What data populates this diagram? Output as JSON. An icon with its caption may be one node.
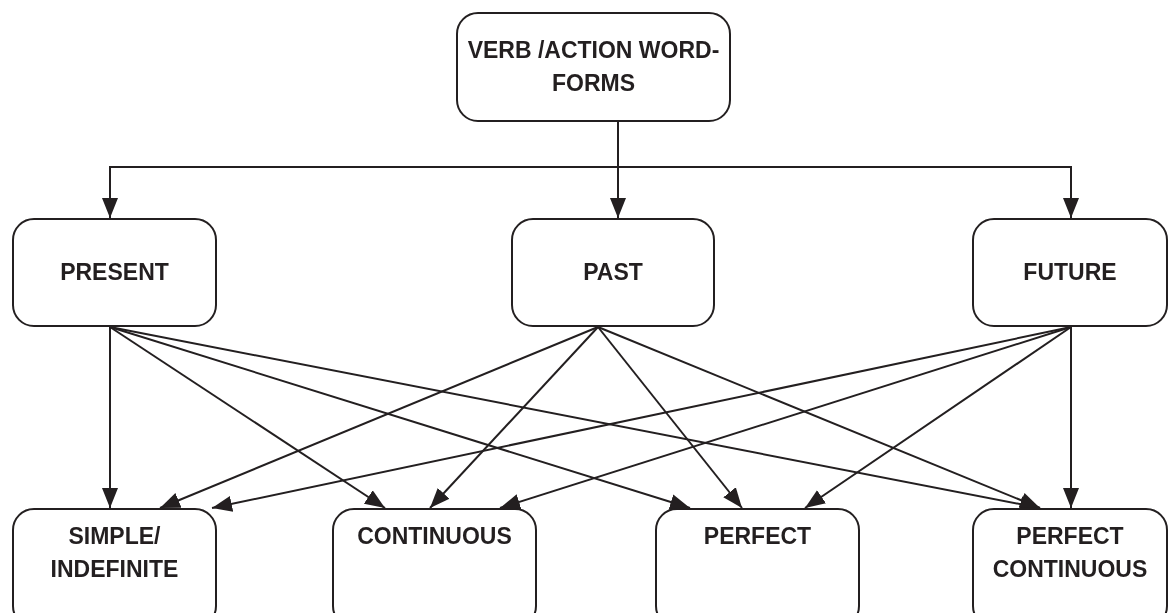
{
  "diagram": {
    "nodes": [
      {
        "text": [
          "VERB /ACTION WORD-FORMS"
        ]
      },
      {
        "text": [
          "PRESENT"
        ]
      },
      {
        "text": [
          "PAST"
        ]
      },
      {
        "text": [
          "FUTURE"
        ]
      },
      {
        "text": [
          "SIMPLE/ INDEFINITE"
        ]
      },
      {
        "text": [
          "CONTINUOUS"
        ]
      },
      {
        "text": [
          "PERFECT"
        ]
      },
      {
        "text": [
          "PERFECT CONTINUOUS"
        ]
      }
    ],
    "edges": [
      {
        "from": 0,
        "to": 1,
        "arrow": "to"
      },
      {
        "from": 0,
        "to": 2,
        "arrow": "to"
      },
      {
        "from": 0,
        "to": 3,
        "arrow": "to"
      },
      {
        "from": 1,
        "to": 4,
        "arrow": "to"
      },
      {
        "from": 1,
        "to": 5,
        "arrow": "to"
      },
      {
        "from": 1,
        "to": 6,
        "arrow": "to"
      },
      {
        "from": 1,
        "to": 7,
        "arrow": "to"
      },
      {
        "from": 2,
        "to": 4,
        "arrow": "to"
      },
      {
        "from": 2,
        "to": 5,
        "arrow": "to"
      },
      {
        "from": 2,
        "to": 6,
        "arrow": "to"
      },
      {
        "from": 2,
        "to": 7,
        "arrow": "to"
      },
      {
        "from": 3,
        "to": 4,
        "arrow": "to"
      },
      {
        "from": 3,
        "to": 5,
        "arrow": "to"
      },
      {
        "from": 3,
        "to": 6,
        "arrow": "to"
      },
      {
        "from": 3,
        "to": 7,
        "arrow": "to"
      }
    ]
  }
}
